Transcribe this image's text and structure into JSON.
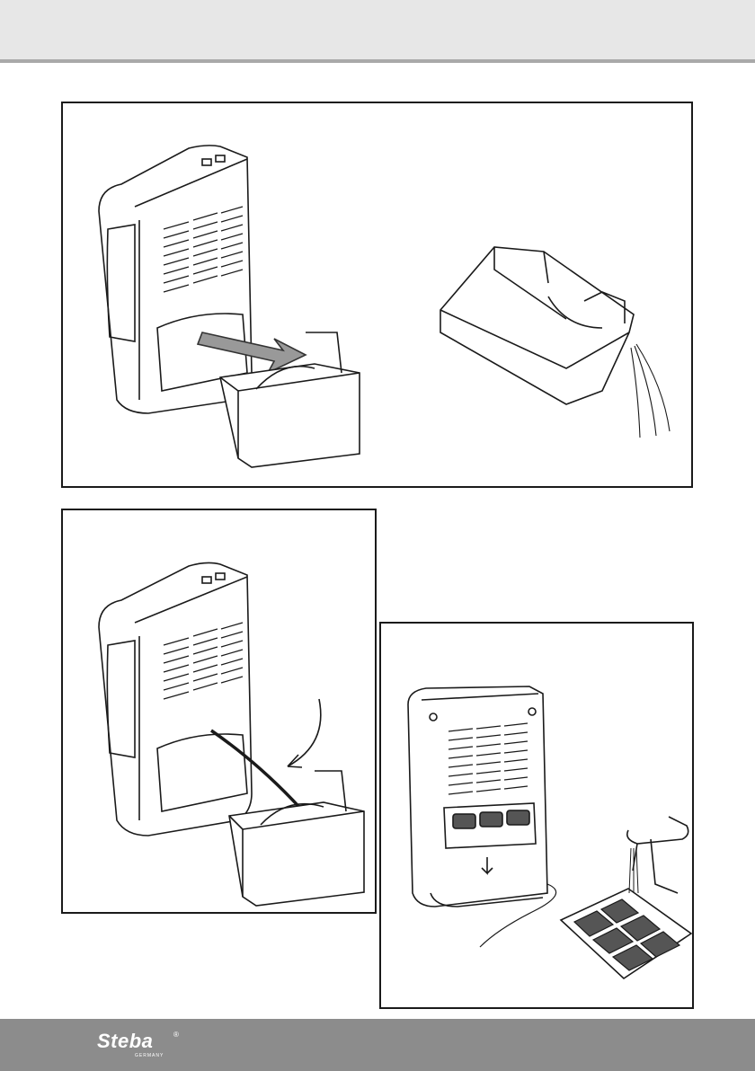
{
  "brand": {
    "logo_text": "Steba",
    "registered_mark": "®",
    "subline": "GERMANY"
  },
  "figures": [
    {
      "id": "fig-1",
      "depicts": "tank-removal"
    },
    {
      "id": "fig-2",
      "depicts": "tank-emptying"
    },
    {
      "id": "fig-3",
      "depicts": "hose-drain"
    },
    {
      "id": "fig-4",
      "depicts": "filter-cleaning"
    }
  ],
  "colors": {
    "header_band": "#e7e7e7",
    "header_rule": "#a9a9a9",
    "footer_band": "#8c8c8c",
    "line_art": "#1a1a1a",
    "filter_fill": "#555555"
  }
}
